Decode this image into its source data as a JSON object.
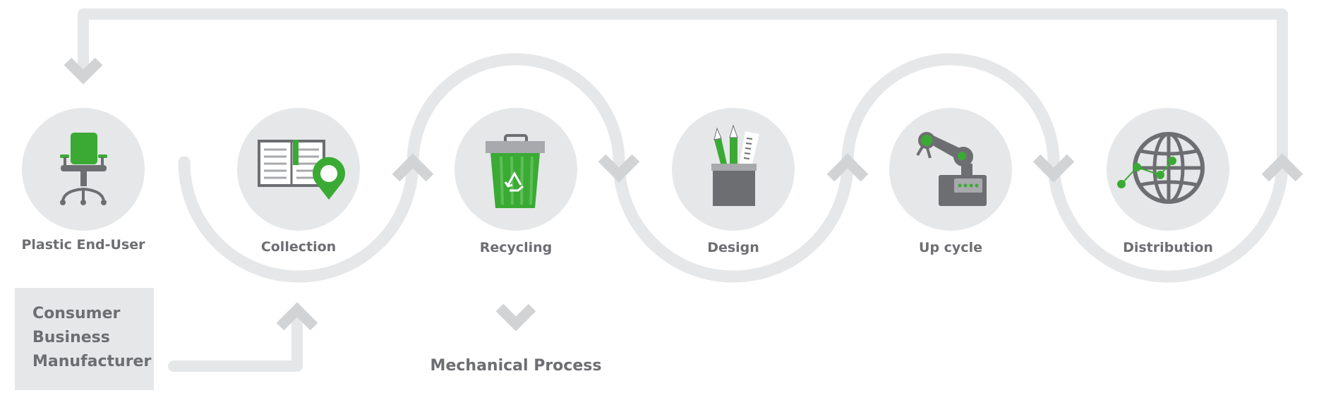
{
  "stages": [
    {
      "label": "Plastic End-User",
      "icon": "office-chair-icon"
    },
    {
      "label": "Collection",
      "icon": "document-location-pin-icon"
    },
    {
      "label": "Recycling",
      "icon": "recycle-bin-icon"
    },
    {
      "label": "Design",
      "icon": "pencil-cup-icon"
    },
    {
      "label": "Up cycle",
      "icon": "robotic-arm-icon"
    },
    {
      "label": "Distribution",
      "icon": "globe-network-icon"
    }
  ],
  "source_box": {
    "lines": [
      "Consumer",
      "Business",
      "Manufacturer"
    ]
  },
  "process_label": "Mechanical Process",
  "colors": {
    "track": "#e6e7e8",
    "arrow": "#d1d3d4",
    "circle": "#e6e7e8",
    "text": "#6d6e71",
    "accent": "#3aaa35",
    "dark": "#6d6e71"
  }
}
